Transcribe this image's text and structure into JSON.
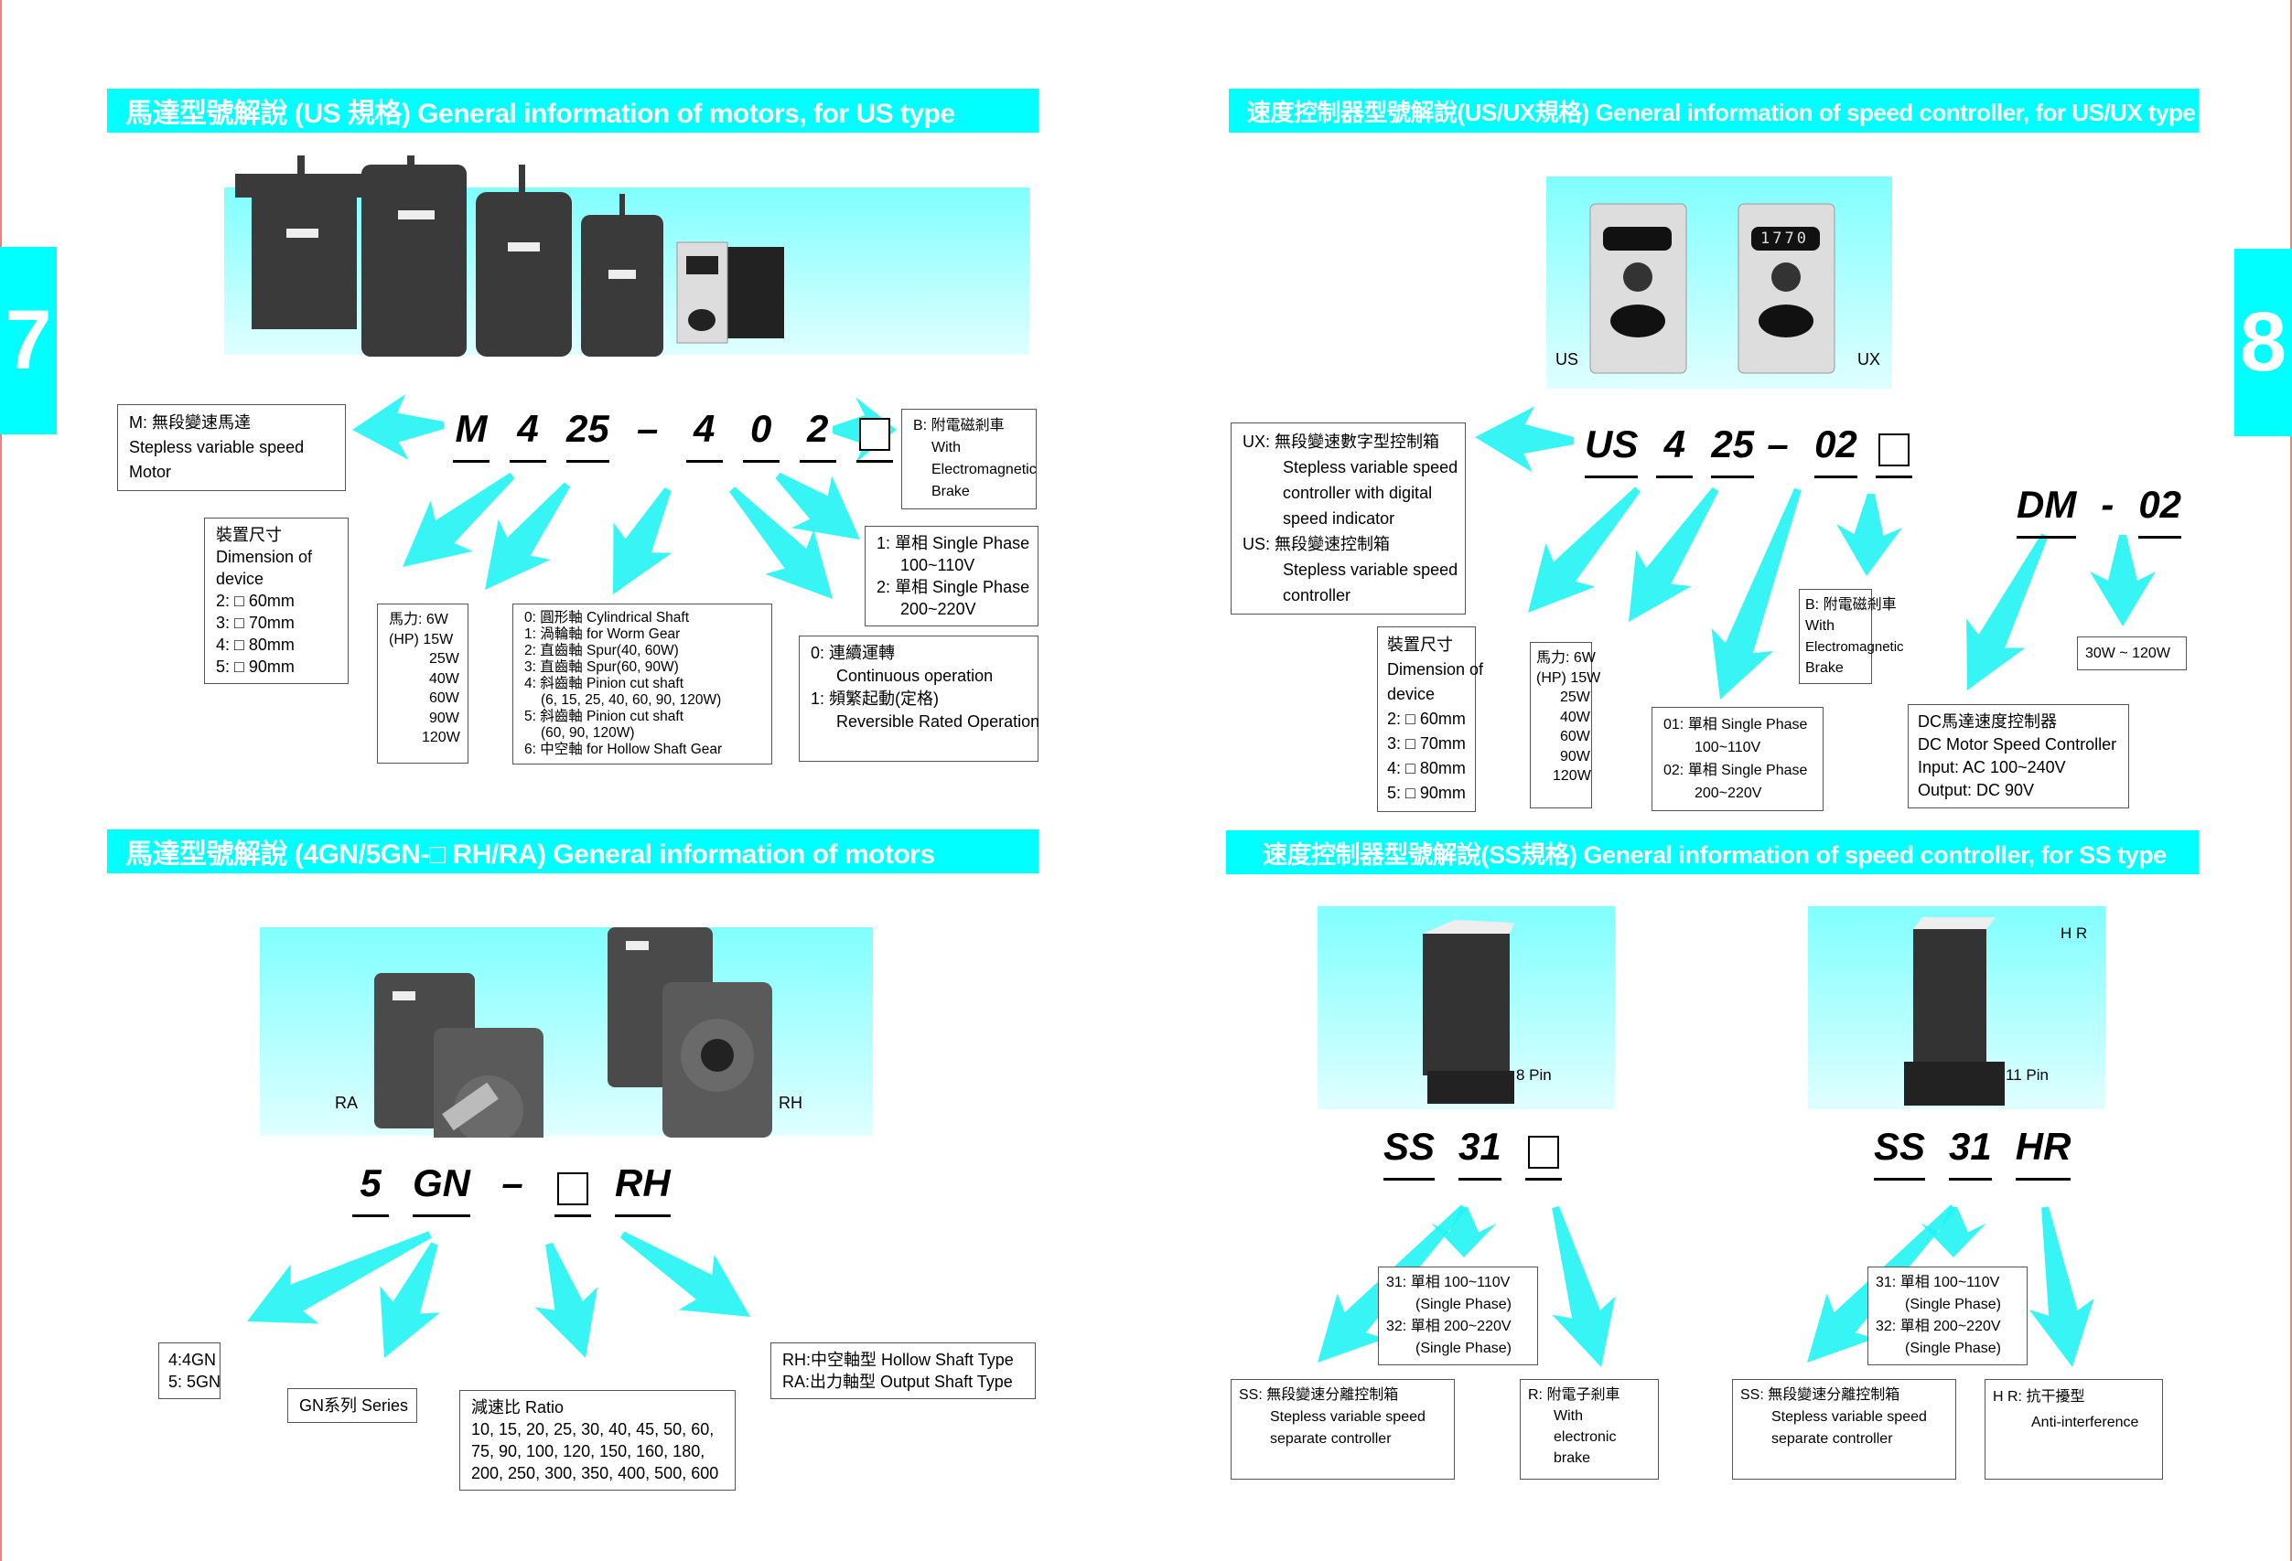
{
  "page_left": {
    "tab_number": "7",
    "sec1": {
      "title": "馬達型號解說 (US 規格) General information of motors,  for US type",
      "code": [
        "M",
        "4",
        "25",
        "–",
        "4",
        "0",
        "2"
      ],
      "brake_box": [
        "B: 附電磁剎車",
        "With",
        "Electromagnetic",
        "Brake"
      ],
      "motor_box": [
        "M: 無段變速馬達",
        "Stepless variable speed",
        "Motor"
      ],
      "dim_box": [
        "裝置尺寸",
        "Dimension of",
        "device",
        "2: □ 60mm",
        "3: □ 70mm",
        "4: □ 80mm",
        "5: □ 90mm"
      ],
      "hp_box": [
        "馬力:  6W",
        "(HP)  15W",
        "25W",
        "40W",
        "60W",
        "90W",
        "120W"
      ],
      "shaft_box": [
        "0: 圓形軸 Cylindrical Shaft",
        "1: 渦輪軸 for Worm Gear",
        "2: 直齒軸 Spur(40, 60W)",
        "3: 直齒軸 Spur(60, 90W)",
        "4: 斜齒軸 Pinion cut shaft",
        "(6, 15, 25, 40, 60, 90, 120W)",
        "5: 斜齒軸 Pinion cut shaft",
        "(60, 90, 120W)",
        "6: 中空軸 for Hollow Shaft Gear"
      ],
      "phase_box": [
        "1: 單相 Single Phase",
        "100~110V",
        "2: 單相 Single Phase",
        "200~220V"
      ],
      "oper_box": [
        "0: 連續運轉",
        "Continuous operation",
        "1: 頻繁起動(定格)",
        "Reversible Rated Operation"
      ]
    },
    "sec2": {
      "title": "馬達型號解說 (4GN/5GN-□ RH/RA) General information of motors",
      "photo_labels": [
        "RA",
        "RH"
      ],
      "code": [
        "5",
        "GN",
        "–",
        "RH"
      ],
      "gn_box": [
        "4:4GN",
        "5: 5GN"
      ],
      "series_box": "GN系列 Series",
      "ratio_box": [
        "減速比 Ratio",
        "10, 15, 20, 25, 30, 40, 45, 50, 60,",
        "75, 90, 100, 120, 150, 160, 180,",
        "200, 250, 300, 350, 400, 500, 600"
      ],
      "type_box": [
        "RH:中空軸型 Hollow Shaft Type",
        "RA:出力軸型 Output Shaft Type"
      ]
    }
  },
  "page_right": {
    "tab_number": "8",
    "sec1": {
      "title": "速度控制器型號解說(US/UX規格) General information of speed controller, for  US/UX type",
      "photo_labels": [
        "US",
        "UX"
      ],
      "display_reading": "1770",
      "code": [
        "US",
        "4",
        "25",
        "–",
        "02"
      ],
      "ctrl_box": [
        "UX: 無段變速數字型控制箱",
        "Stepless variable speed",
        "controller with digital",
        "speed indicator",
        "US: 無段變速控制箱",
        "Stepless variable speed",
        "controller"
      ],
      "dim_box": [
        "裝置尺寸",
        "Dimension of",
        "device",
        "2: □ 60mm",
        "3: □ 70mm",
        "4: □ 80mm",
        "5: □ 90mm"
      ],
      "hp_box": [
        "馬力:  6W",
        "(HP) 15W",
        "25W",
        "40W",
        "60W",
        "90W",
        "120W"
      ],
      "phase_box": [
        "01: 單相 Single Phase",
        "100~110V",
        "02: 單相 Single Phase",
        "200~220V"
      ],
      "brake_box": [
        "B: 附電磁剎車",
        "With",
        "Electromagnetic",
        "Brake"
      ],
      "dm_code": [
        "DM",
        "-",
        "02"
      ],
      "dm_power_box": "30W ~ 120W",
      "dm_box": [
        "DC馬達速度控制器",
        "DC Motor Speed Controller",
        "Input: AC 100~240V",
        "Output: DC 90V"
      ]
    },
    "sec2": {
      "title": "速度控制器型號解說(SS規格) General information of speed controller, for SS type",
      "photo1_label": "8 Pin",
      "photo2_label": "11 Pin",
      "photo2_tag": "H R",
      "code1": [
        "SS",
        "31"
      ],
      "code2": [
        "SS",
        "31",
        "HR"
      ],
      "volt_box": [
        "31: 單相 100~110V",
        "(Single Phase)",
        "32: 單相 200~220V",
        "(Single Phase)"
      ],
      "ss_box": [
        "SS: 無段變速分離控制箱",
        "Stepless variable speed",
        "separate controller"
      ],
      "r_box": [
        "R: 附電子剎車",
        "With",
        "electronic",
        "brake"
      ],
      "hr_box": [
        "H R: 抗干擾型",
        "Anti-interference"
      ]
    }
  },
  "colors": {
    "accent": "#00ffff",
    "border": "#f08080"
  }
}
